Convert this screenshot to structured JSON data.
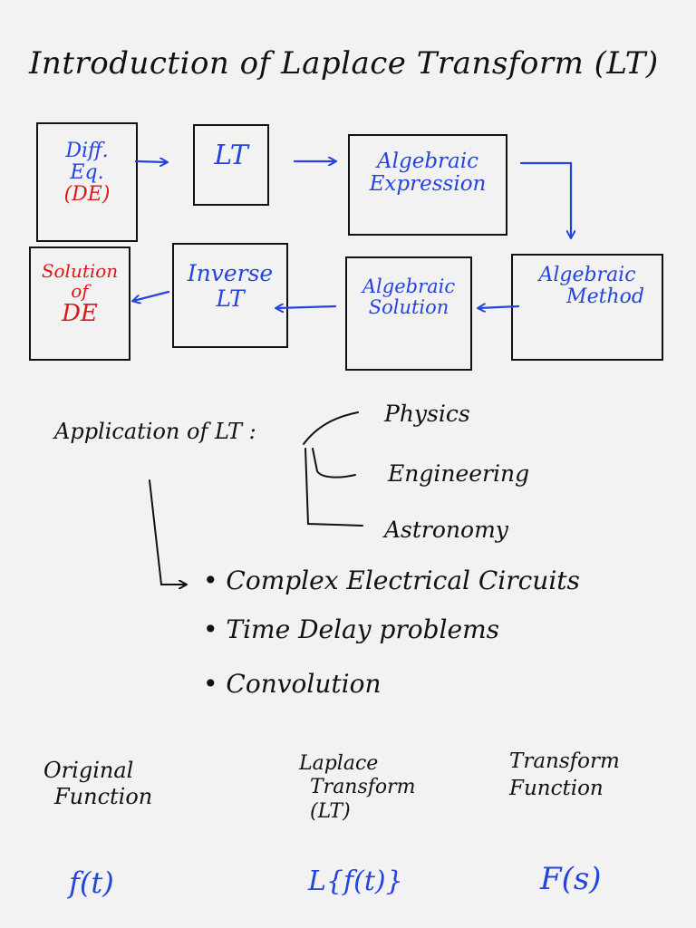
{
  "title": "Introduction of Laplace Transform (LT)",
  "flow": {
    "diff_eq": [
      "Diff.",
      "Eq.",
      "(DE)"
    ],
    "lt": "LT",
    "alg_expr": [
      "Algebraic",
      "Expression"
    ],
    "alg_method": [
      "Algebraic",
      "Method"
    ],
    "alg_solution": [
      "Algebraic",
      "Solution"
    ],
    "inverse_lt": [
      "Inverse",
      "LT"
    ],
    "solution_de": [
      "Solution",
      "of",
      "DE"
    ]
  },
  "applications": {
    "heading": "Application of LT :",
    "fields": [
      "Physics",
      "Engineering",
      "Astronomy"
    ],
    "bullets": [
      "Complex Electrical Circuits",
      "Time Delay problems",
      "Convolution"
    ]
  },
  "table": {
    "headers": [
      [
        "Original",
        "Function"
      ],
      [
        "Laplace",
        "Transform",
        "(LT)"
      ],
      [
        "Transform",
        "Function"
      ]
    ],
    "values": [
      "f(t)",
      "L{f(t)}",
      "F(s)"
    ]
  },
  "colors": {
    "ink": "#111111",
    "blue": "#2444dd",
    "red": "#e01616",
    "paper": "#f2f2f2"
  }
}
